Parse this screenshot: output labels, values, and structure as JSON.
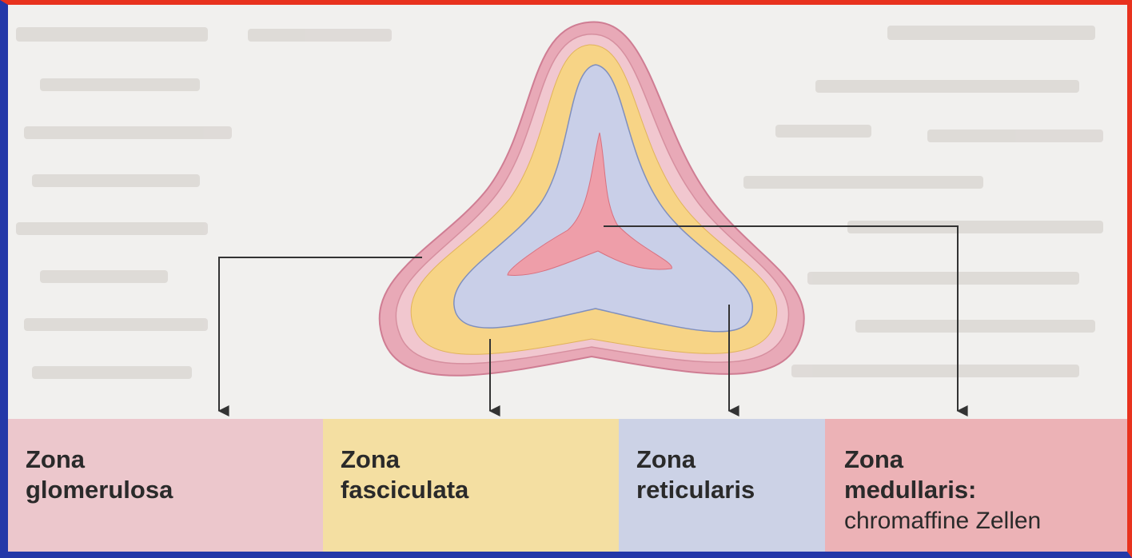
{
  "colors": {
    "capsule": "#e8a9b7",
    "glomerulosa": "#f1c7cf",
    "fasciculata": "#f7d486",
    "reticularis": "#c9cfe8",
    "medulla": "#ee9ea9",
    "frame_red": "#e8321e",
    "frame_blue": "#2438a8"
  },
  "zones": [
    {
      "title_line1": "Zona",
      "title_line2": "glomerulosa",
      "note": ""
    },
    {
      "title_line1": "Zona",
      "title_line2": "fasciculata",
      "note": ""
    },
    {
      "title_line1": "Zona",
      "title_line2": "reticularis",
      "note": ""
    },
    {
      "title_line1": "Zona",
      "title_line2": "medullaris:",
      "note": "chromaffine Zellen"
    }
  ]
}
